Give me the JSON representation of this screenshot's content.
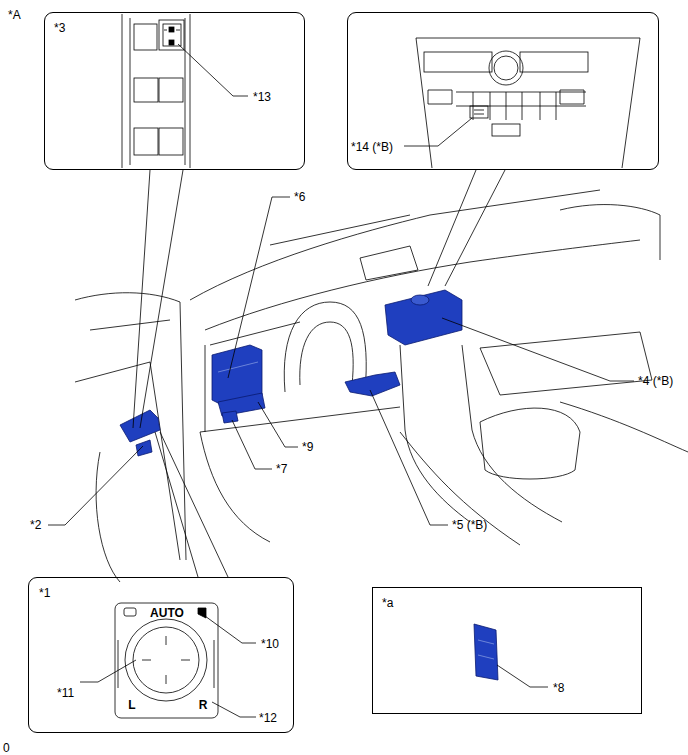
{
  "diagram": {
    "nodes": [
      {
        "text": [
          "*3",
          "*13"
        ]
      },
      {
        "text": [
          "*14 (*B)"
        ]
      },
      {
        "text": [
          "*1",
          "AUTO",
          "L",
          "R",
          "*10",
          "*11",
          "*12"
        ]
      },
      {
        "text": [
          "*a",
          "*8"
        ]
      }
    ],
    "labels": [
      "*A",
      "*6",
      "*4 (*B)",
      "*9",
      "*7",
      "*2",
      "*5 (*B)",
      "0"
    ]
  }
}
